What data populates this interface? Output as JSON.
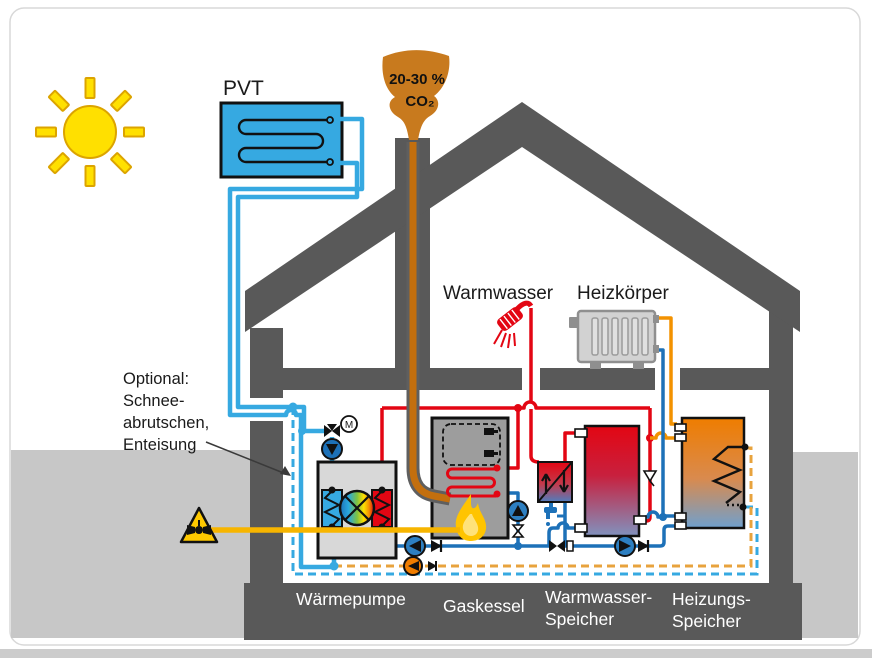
{
  "pvt": {
    "label": "PVT"
  },
  "chimney": {
    "percent": "20-30 %",
    "gas": "CO₂"
  },
  "rooms": {
    "hot_water": "Warmwasser",
    "radiator": "Heizkörper"
  },
  "optional_note": {
    "line1": "Optional:",
    "line2": "Schnee-",
    "line3": "abrutschen,",
    "line4": "Enteisung"
  },
  "valve": {
    "motor": "M"
  },
  "components": {
    "heat_pump": "Wärmepumpe",
    "gas_boiler": "Gaskessel",
    "dhw_tank_line1": "Warmwasser-",
    "dhw_tank_line2": "Speicher",
    "buffer_tank_line1": "Heizungs-",
    "buffer_tank_line2": "Speicher"
  },
  "colors": {
    "structure_gray": "#595959",
    "ground_gray": "#C7C7C7",
    "source_blue": "#36A9E1",
    "cold_blue": "#1D71B8",
    "hot_red": "#E30613",
    "heating_orange": "#F39200",
    "optional_orange": "#E8A33D",
    "gas_yellow": "#F7B500",
    "flue_brown": "#C36F0E",
    "smoke_brown": "#C87A1E",
    "sun_yellow": "#FFE000"
  }
}
